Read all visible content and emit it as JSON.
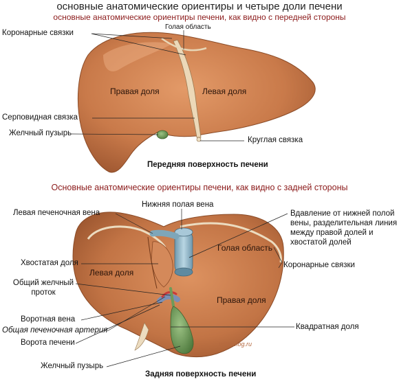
{
  "title": "основные анатомические ориентиры и четыре доли печени",
  "front": {
    "subtitle": "основные анатомические ориентиры печени, как видно с передней стороны",
    "labels": {
      "coronary": "Коронарные связки",
      "bare_area": "Голая область",
      "right_lobe": "Правая доля",
      "left_lobe": "Левая доля",
      "falciform": "Серповидная связка",
      "gallbladder": "Желчный пузырь",
      "round_ligament": "Круглая связка"
    },
    "caption": "Передняя поверхность печени"
  },
  "back": {
    "subtitle": "Основные анатомические ориентиры печени, как видно с задней стороны",
    "labels": {
      "left_hepatic_vein": "Левая печеночная вена",
      "ivc": "Нижняя полая вена",
      "ivc_impression": "Вдавление от нижней полой вены, разделительная линия между правой долей и хвостатой долей",
      "bare_area": "Голая область",
      "caudate": "Хвостатая доля",
      "left_lobe": "Левая доля",
      "coronary": "Коронарные связки",
      "common_bile_duct": "Общий желчный проток",
      "right_lobe": "Правая доля",
      "portal_vein": "Воротная вена",
      "hepatic_artery": "Общая печеночная артерия",
      "porta": "Ворота печени",
      "quadrate": "Квадратная доля",
      "gallbladder": "Желчный пузырь"
    },
    "caption": "Задняя поверхность печени",
    "watermark": "enterolog.ru"
  },
  "colors": {
    "liver": "#c97a4a",
    "liver_dark": "#a65a30",
    "gallbladder": "#6f9a5a",
    "ivc": "#8fb6c9",
    "portal_vein": "#7a8fb5",
    "artery": "#c83a3a",
    "heading_red": "#8b1a1a"
  }
}
